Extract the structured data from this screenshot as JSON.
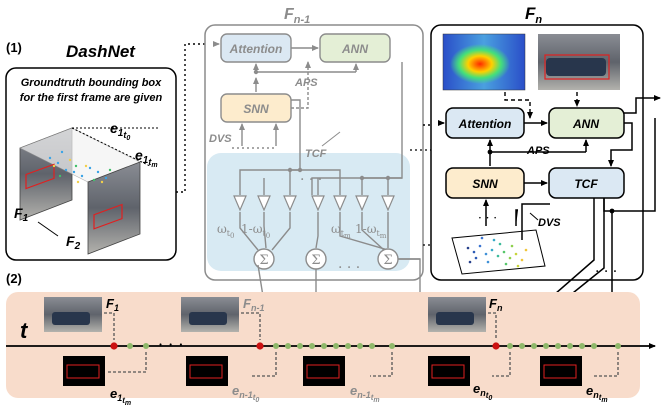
{
  "section1_label": "(1)",
  "section2_label": "(2)",
  "dashnet": {
    "title": "DashNet",
    "note_line1": "Groundtruth bounding box",
    "note_line2": "for the first frame are given",
    "e1t0": {
      "base": "e",
      "sub": "1",
      "subsub": "t",
      "subsubsub": "0"
    },
    "e1tm": {
      "base": "e",
      "sub": "1",
      "subsub": "t",
      "subsubsub": "m"
    },
    "f1": {
      "base": "F",
      "sub": "1"
    },
    "f2": {
      "base": "F",
      "sub": "2"
    }
  },
  "fn1": {
    "title": {
      "base": "F",
      "sub": "n-1"
    },
    "attention": "Attention",
    "ann": "ANN",
    "aps": "APS",
    "snn": "SNN",
    "dvs": "DVS",
    "tcf": "TCF",
    "dots": "· · ·",
    "w_t0": {
      "base": "ω",
      "sub": "t",
      "subsub": "0"
    },
    "one_minus_w_t0": {
      "base": "1-ω",
      "sub": "t",
      "subsub": "0"
    },
    "w_tm": {
      "base": "ω",
      "sub": "t",
      "subsub": "m"
    },
    "one_minus_w_tm": {
      "base": "1-ω",
      "sub": "t",
      "subsub": "m"
    },
    "sigma": "Σ"
  },
  "fn": {
    "title": {
      "base": "F",
      "sub": "n"
    },
    "attention": "Attention",
    "ann": "ANN",
    "aps": "APS",
    "snn": "SNN",
    "tcf": "TCF",
    "dvs": "DVS",
    "dots": "· · ·"
  },
  "timeline": {
    "t_label": "t",
    "f1": {
      "base": "F",
      "sub": "1"
    },
    "fn1": {
      "base": "F",
      "sub": "n-1"
    },
    "fn": {
      "base": "F",
      "sub": "n"
    },
    "e1tm": {
      "base": "e",
      "sub": "1",
      "subsub": "t",
      "subsubsub": "m"
    },
    "en1t0": {
      "base": "e",
      "sub": "n-1",
      "subsub": "t",
      "subsubsub": "0"
    },
    "en1tm": {
      "base": "e",
      "sub": "n-1",
      "subsub": "t",
      "subsubsub": "m"
    },
    "ent0": {
      "base": "e",
      "sub": "n",
      "subsub": "t",
      "subsubsub": "0"
    },
    "entm": {
      "base": "e",
      "sub": "n",
      "subsub": "t",
      "subsubsub": "m"
    },
    "dots": "· · ·"
  },
  "colors": {
    "attention_fill": "#dbe8f3",
    "snn_fill": "#fdeccd",
    "tcf_fill": "#dbe8f3",
    "ann_fill": "#e4efd6",
    "tcf_region": "#d8eaf3",
    "timeline_band": "#f8dccb",
    "gray": "#8c8c8c",
    "event_red": "#cc1111",
    "event_green": "#8fb86a"
  }
}
